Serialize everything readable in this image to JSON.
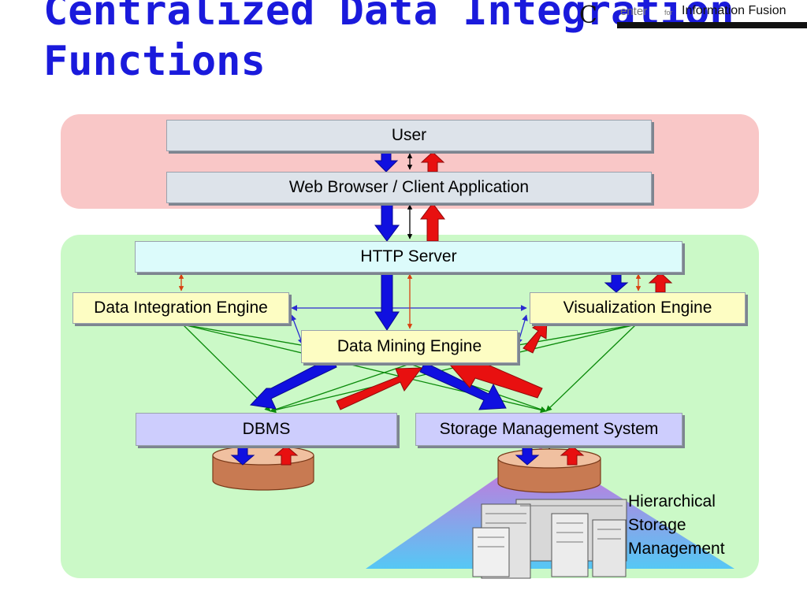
{
  "slide": {
    "title_line1": "Centralized Data Integration",
    "title_line2": "Functions",
    "logo": {
      "c": "C",
      "center": "enter",
      "for": "for",
      "fusion": "Information Fusion"
    }
  },
  "diagram": {
    "nodes": {
      "user": "User",
      "browser": "Web Browser / Client Application",
      "http_server": "HTTP Server",
      "data_integration": "Data Integration Engine",
      "visualization": "Visualization Engine",
      "data_mining": "Data Mining Engine",
      "dbms": "DBMS",
      "storage_mgmt": "Storage Management System"
    },
    "caption_lines": [
      "Hierarchical",
      "Storage",
      "Management"
    ],
    "colors": {
      "request_arrow": "#1010e0",
      "response_arrow": "#e81010",
      "connector": "#0a8a0a",
      "link": "#2a2ad0",
      "pink_zone": "#f9c7c7",
      "green_zone": "#cbf9c7"
    }
  }
}
